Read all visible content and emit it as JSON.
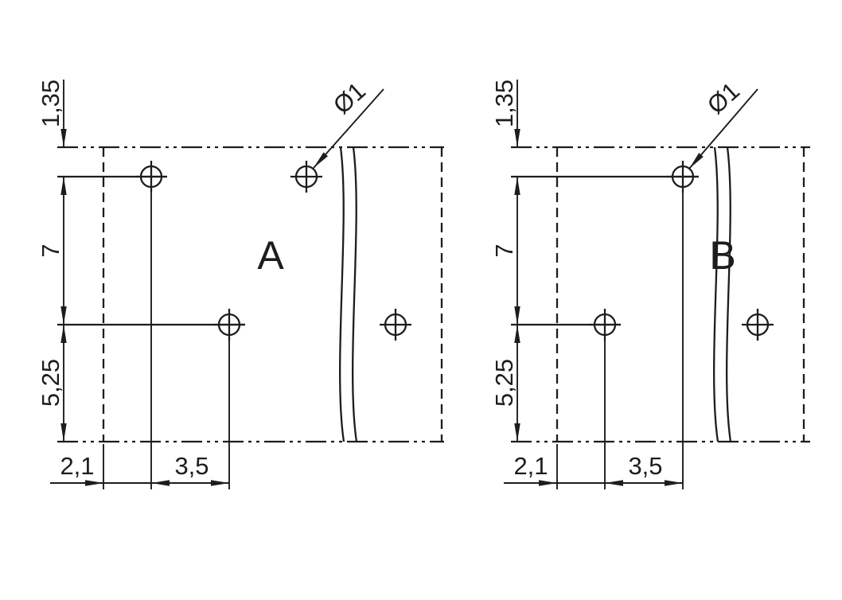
{
  "colors": {
    "line": "#1d1d1b",
    "background": "#ffffff"
  },
  "panels": [
    {
      "label": "A",
      "dims": {
        "offset_top": "1,35",
        "pitch_vertical": "7",
        "offset_bottom": "5,25",
        "offset_left": "2,1",
        "pitch_horizontal": "3,5",
        "hole_diameter": "Ø1"
      }
    },
    {
      "label": "B",
      "dims": {
        "offset_top": "1,35",
        "pitch_vertical": "7",
        "offset_bottom": "5,25",
        "offset_left": "2,1",
        "pitch_horizontal": "3,5",
        "hole_diameter": "Ø1"
      }
    }
  ]
}
